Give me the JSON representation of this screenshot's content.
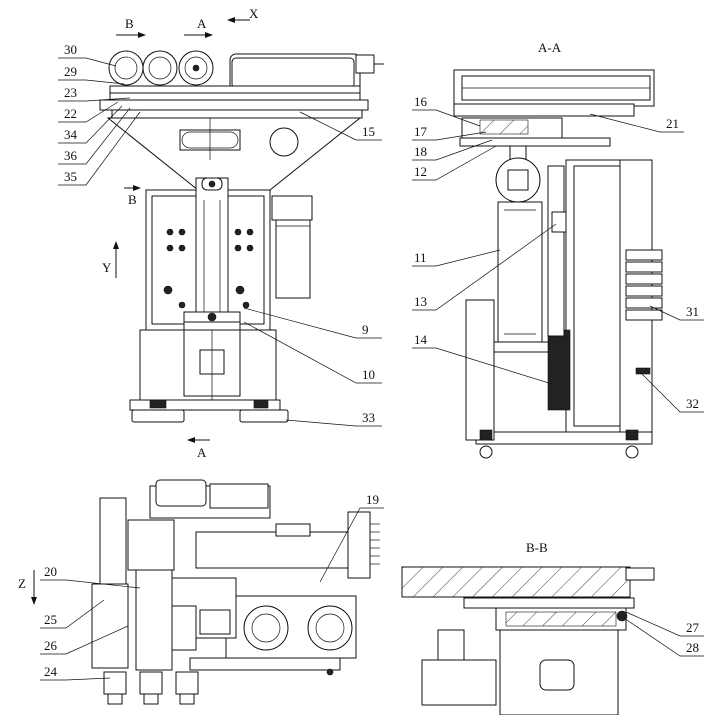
{
  "views": {
    "top_left": {
      "section_marks": [
        "B",
        "A",
        "B",
        "A"
      ],
      "axis_x": "X",
      "axis_y": "Y"
    },
    "section_aa": {
      "title": "A-A"
    },
    "bottom_left": {
      "axis_z": "Z"
    },
    "section_bb": {
      "title": "B-B"
    }
  },
  "part_labels": [
    "30",
    "29",
    "23",
    "22",
    "34",
    "36",
    "35",
    "15",
    "16",
    "17",
    "18",
    "12",
    "21",
    "11",
    "13",
    "14",
    "31",
    "32",
    "9",
    "10",
    "33",
    "19",
    "20",
    "25",
    "26",
    "24",
    "27",
    "28"
  ]
}
